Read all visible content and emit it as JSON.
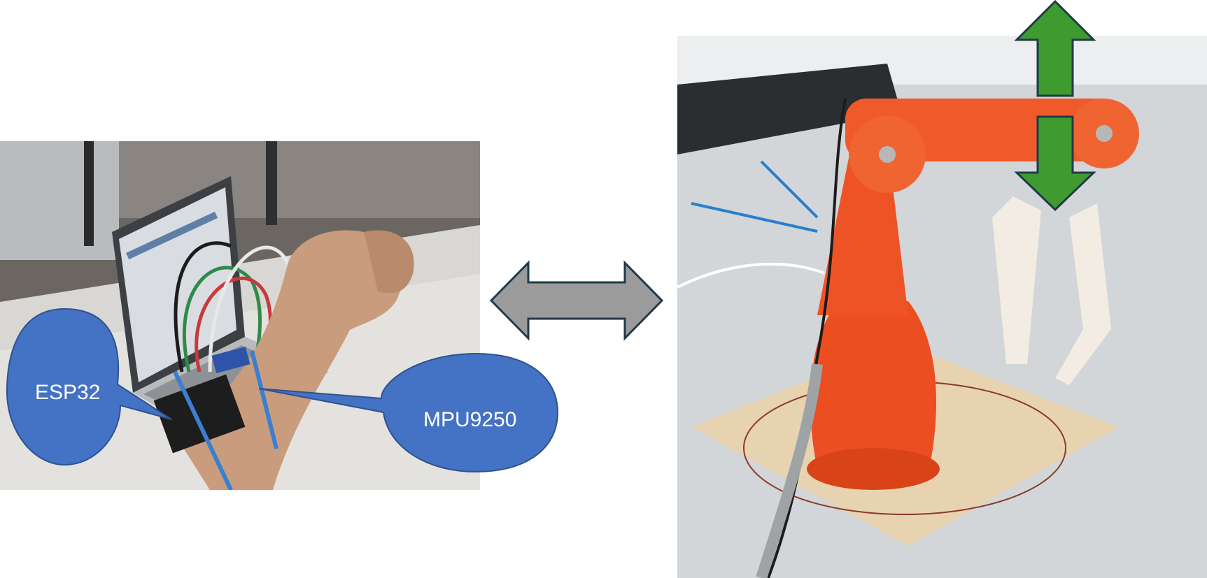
{
  "left_photo": {
    "description_icon": "wrist-worn-sensor-photo",
    "callouts": {
      "esp32": {
        "label": "ESP32",
        "color": "#4472c4"
      },
      "mpu": {
        "label": "MPU9250",
        "color": "#4472c4"
      }
    }
  },
  "center_arrow": {
    "icon": "bidirectional-horizontal-arrow-icon",
    "color": "#9b9b9b",
    "stroke": "#1f3a4a"
  },
  "right_photo": {
    "description_icon": "robotic-arm-photo",
    "arrows": {
      "icon": "vertical-up-down-arrows-icon",
      "color": "#3f9b2f",
      "stroke": "#1f3a4a"
    }
  }
}
